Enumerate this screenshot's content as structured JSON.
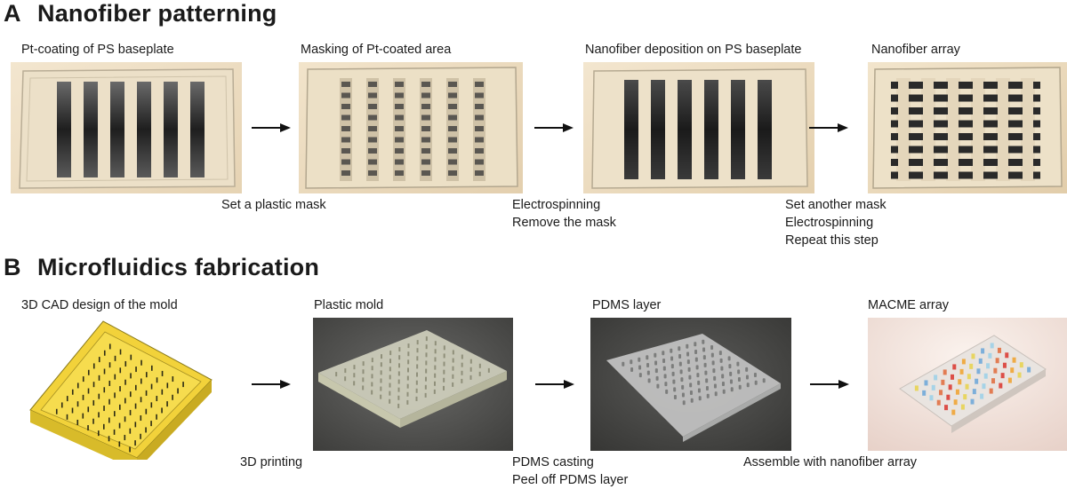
{
  "section_a": {
    "letter": "A",
    "title": "Nanofiber patterning",
    "panels": [
      {
        "label": "Pt-coating of PS baseplate"
      },
      {
        "label": "Masking of Pt-coated area"
      },
      {
        "label": "Nanofiber deposition on PS baseplate"
      },
      {
        "label": "Nanofiber array"
      }
    ],
    "steps": [
      {
        "lines": [
          "Set a plastic mask"
        ]
      },
      {
        "lines": [
          "Electrospinning",
          "Remove the mask"
        ]
      },
      {
        "lines": [
          "Set another mask",
          "Electrospinning",
          "Repeat this step"
        ]
      }
    ]
  },
  "section_b": {
    "letter": "B",
    "title": "Microfluidics fabrication",
    "panels": [
      {
        "label": "3D CAD design of the mold"
      },
      {
        "label": "Plastic mold"
      },
      {
        "label": "PDMS layer"
      },
      {
        "label": "MACME array"
      }
    ],
    "steps": [
      {
        "lines": [
          "3D printing"
        ]
      },
      {
        "lines": [
          "PDMS casting",
          "Peel off PDMS layer"
        ]
      },
      {
        "lines": [
          "Assemble with nanofiber array"
        ]
      }
    ]
  },
  "colors": {
    "cad_yellow": "#f2d23a",
    "pt_stripe": "#222222",
    "photo_bg_beige": "#efe3cc",
    "photo_bg_grey": "#4a4a48"
  }
}
